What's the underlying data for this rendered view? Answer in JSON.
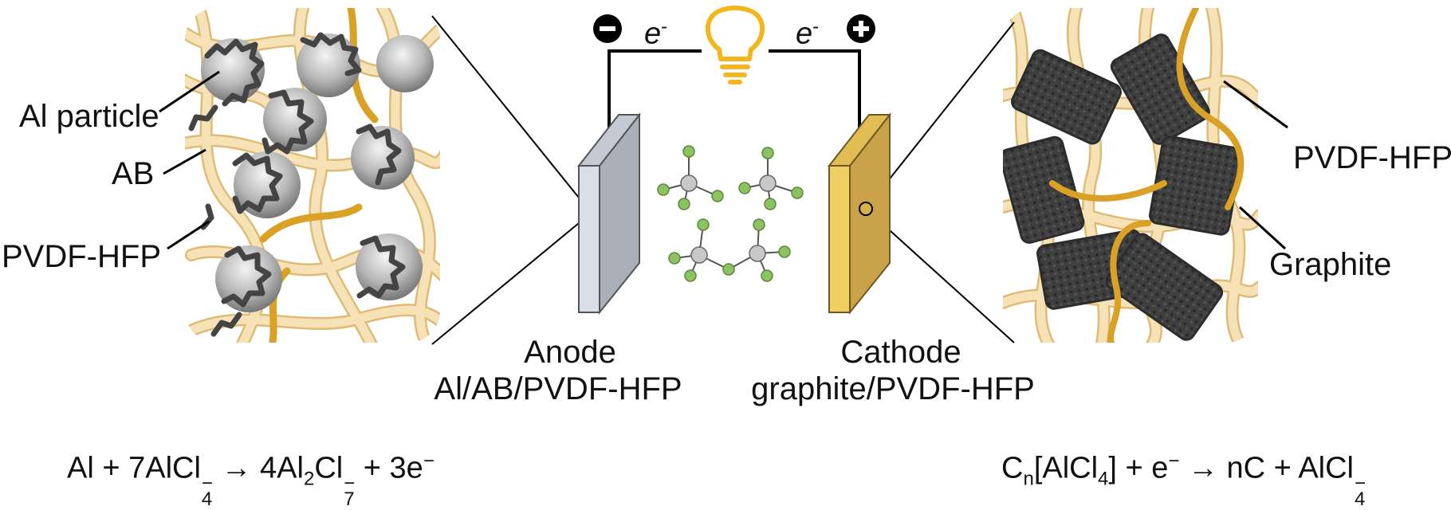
{
  "labels": {
    "al_particle": "Al particle",
    "ab": "AB",
    "pvdf_left": "PVDF-HFP",
    "pvdf_right": "PVDF-HFP",
    "graphite": "Graphite",
    "anode_title": "Anode",
    "anode_sub": "Al/AB/PVDF-HFP",
    "cathode_title": "Cathode",
    "cathode_sub": "graphite/PVDF-HFP",
    "electron_left": "e",
    "electron_right": "e",
    "electron_sup": "-",
    "minus_sign": "−",
    "plus_sign": "+"
  },
  "equations": {
    "anode": {
      "lhs_a": "Al + 7AlCl",
      "lhs_sub": "4",
      "lhs_sup": "−",
      "arrow": " → ",
      "rhs_a": "4Al",
      "rhs_sub1": "2",
      "rhs_b": "Cl",
      "rhs_sub2": "7",
      "rhs_sup": "−",
      "rhs_c": " + 3e",
      "rhs_sup2": "−"
    },
    "cathode": {
      "c": "C",
      "n_sub": "n",
      "bracket": "[AlCl",
      "sub4": "4",
      "close": "] + e",
      "sup": "−",
      "arrow": " → nC + AlCl",
      "end_sub": "4",
      "end_sup": "−"
    }
  },
  "colors": {
    "fiber": "#f3dcaa",
    "fiber_edge": "#d9b46a",
    "fiber_dark": "#d9a126",
    "anode_face": "#a9b0ba",
    "anode_side": "#d7dde6",
    "cathode_face": "#c9a24a",
    "cathode_side": "#f0cf63",
    "bulb": "#f2b71f",
    "molecule_center": "#bdbdbd",
    "molecule_ligand": "#8dc263"
  },
  "icons": [
    "lightbulb-icon",
    "minus-terminal-icon",
    "plus-terminal-icon"
  ]
}
